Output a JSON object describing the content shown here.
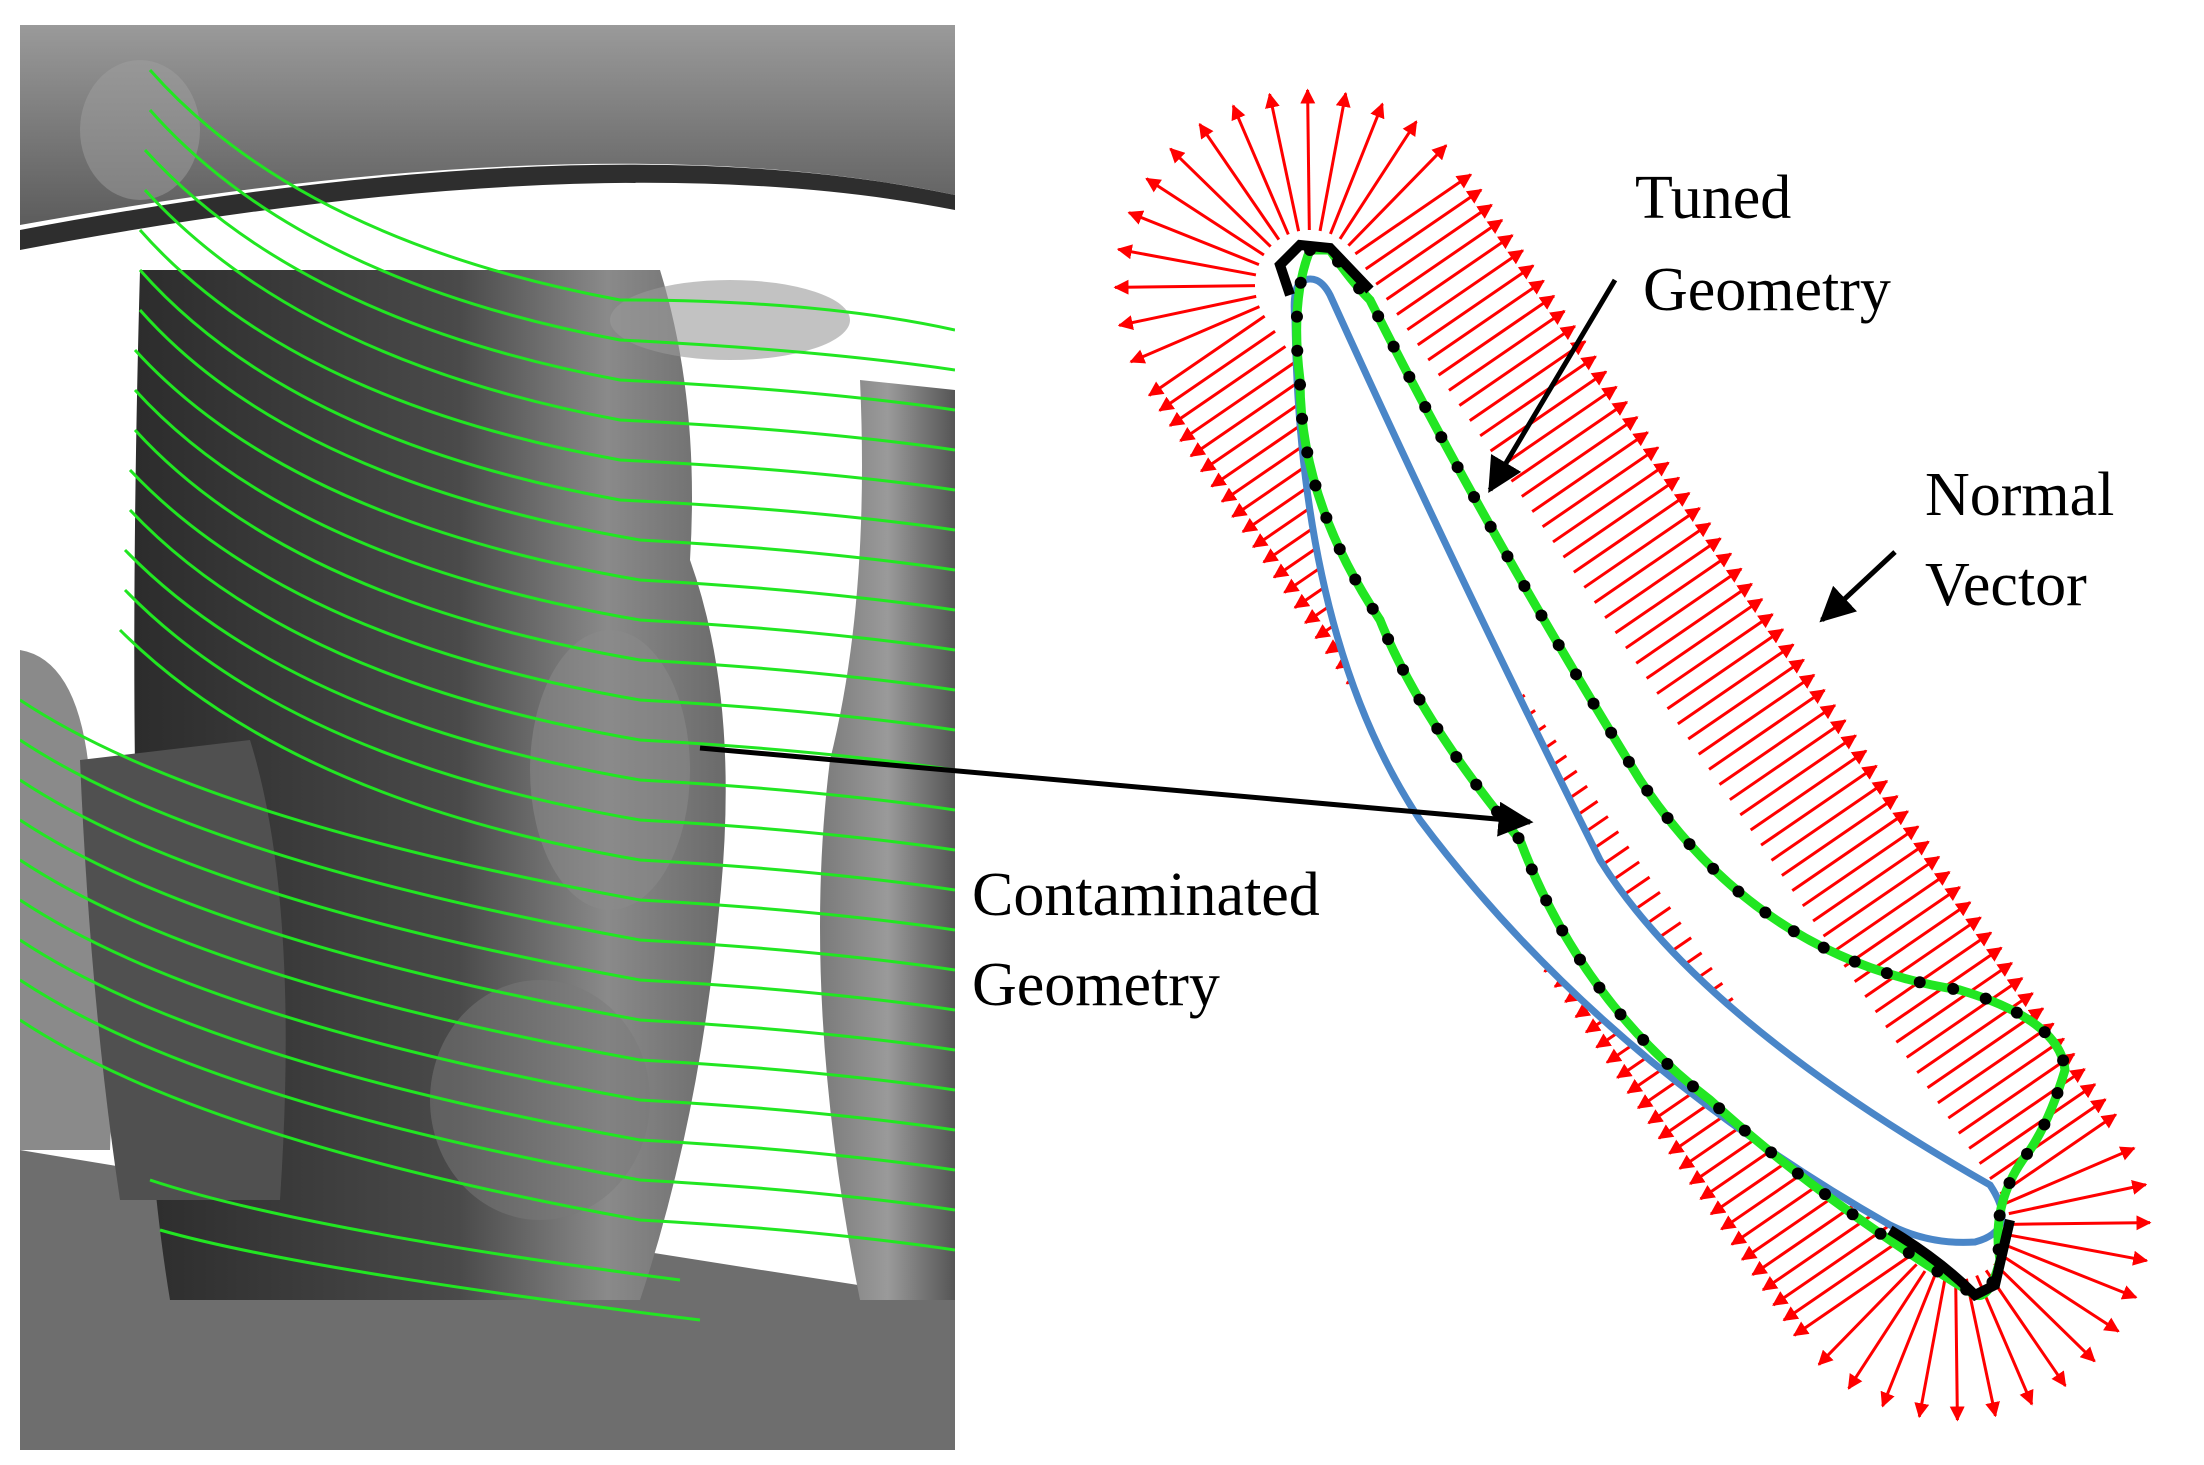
{
  "labels": {
    "tuned_line1": "Tuned",
    "tuned_line2": "Geometry",
    "normal_line1": "Normal",
    "normal_line2": "Vector",
    "contaminated_line1": "Contaminated",
    "contaminated_line2": "Geometry"
  },
  "colors": {
    "surface_dark": "#3a3a3a",
    "surface_light": "#8c8c8c",
    "contour_green": "#22e622",
    "normal_red": "#ff0000",
    "airfoil_blue": "#4a86c8",
    "tuned_outline_black": "#000000",
    "background": "#ffffff"
  },
  "icons": {
    "arrow": "arrow-pointer"
  }
}
